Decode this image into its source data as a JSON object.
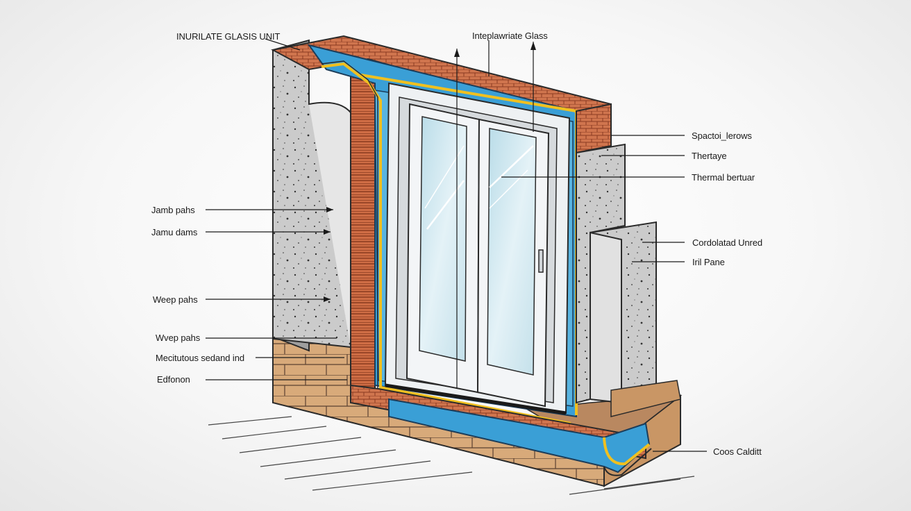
{
  "labels": {
    "insulated_glass_unit": "INURILATE GLASIS UNIT",
    "inteplawriate_glass": "Inteplawriate Glass",
    "jamb_pahs": "Jamb pahs",
    "jamu_dams": "Jamu dams",
    "weep_pahs_1": "Weep pahs",
    "weep_pahs_2": "Wvep pahs",
    "mecitous_sealant": "Mecitutous sedand ind",
    "edfonon": "Edfonon",
    "spactoi_lerows": "Spactoi_lerows",
    "thertaye": "Thertaye",
    "thermal_bertuar": "Thermal bertuar",
    "cordolatad_unred": "Cordolatad Unred",
    "iril_pane": "Iril Pane",
    "coos_calditt": "Coos Calditt"
  },
  "colors": {
    "concrete": "#c9c9c9",
    "brick": "#c86a44",
    "brick_light": "#e2906a",
    "membrane_blue": "#3a9fd6",
    "flashing_yellow": "#f0c020",
    "frame": "#e9ecef",
    "glass": "#cfe6ef",
    "foundation": "#d7a877",
    "outline": "#2a2a2a"
  }
}
